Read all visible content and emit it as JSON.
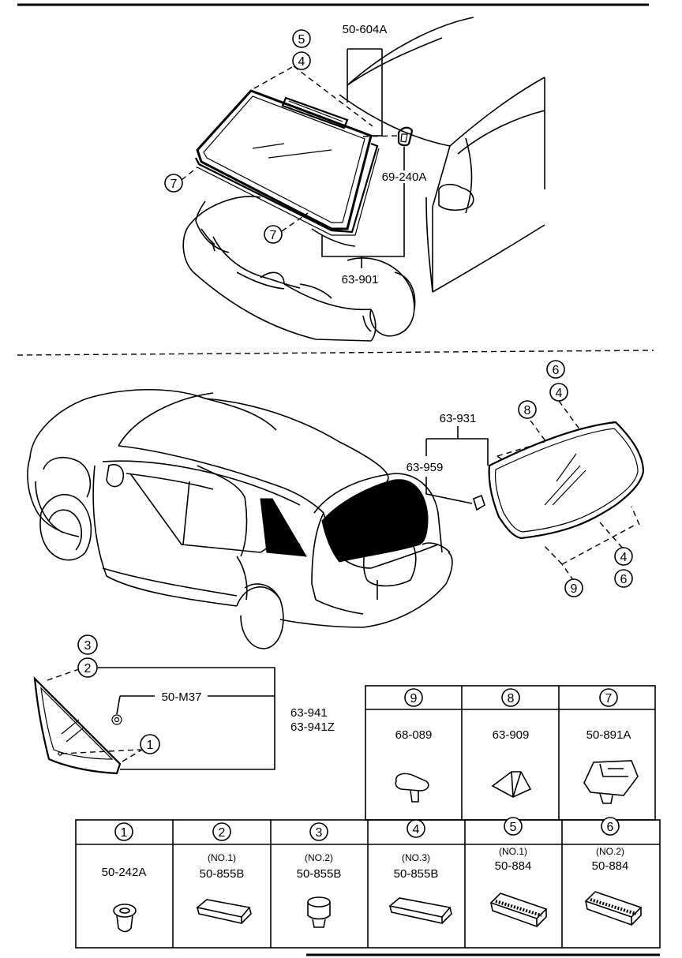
{
  "windshield": {
    "callout_top_1": "5",
    "callout_top_2": "4",
    "part_top": "50-604A",
    "part_side": "69-240A",
    "part_bottom": "63-901",
    "callout_left": "7",
    "callout_lower": "7"
  },
  "rear_glass": {
    "callout_6_top": "6",
    "callout_4_top": "4",
    "callout_8": "8",
    "part_main": "63-931",
    "part_sub": "63-959",
    "callout_4_bottom": "4",
    "callout_6_bottom": "6",
    "callout_9": "9"
  },
  "quarter_glass": {
    "callout_3": "3",
    "callout_2": "2",
    "part_clip": "50-M37",
    "part_main_1": "63-941",
    "part_main_2": "63-941Z",
    "callout_1": "1"
  },
  "parts_table_top": [
    {
      "num": "9",
      "part": "68-089"
    },
    {
      "num": "8",
      "part": "63-909"
    },
    {
      "num": "7",
      "part": "50-891A"
    }
  ],
  "parts_table_bottom": [
    {
      "num": "1",
      "note": "",
      "part": "50-242A"
    },
    {
      "num": "2",
      "note": "(NO.1)",
      "part": "50-855B"
    },
    {
      "num": "3",
      "note": "(NO.2)",
      "part": "50-855B"
    },
    {
      "num": "4",
      "note": "(NO.3)",
      "part": "50-855B"
    },
    {
      "num": "5",
      "note": "(NO.1)",
      "part": "50-884"
    },
    {
      "num": "6",
      "note": "(NO.2)",
      "part": "50-884"
    }
  ]
}
